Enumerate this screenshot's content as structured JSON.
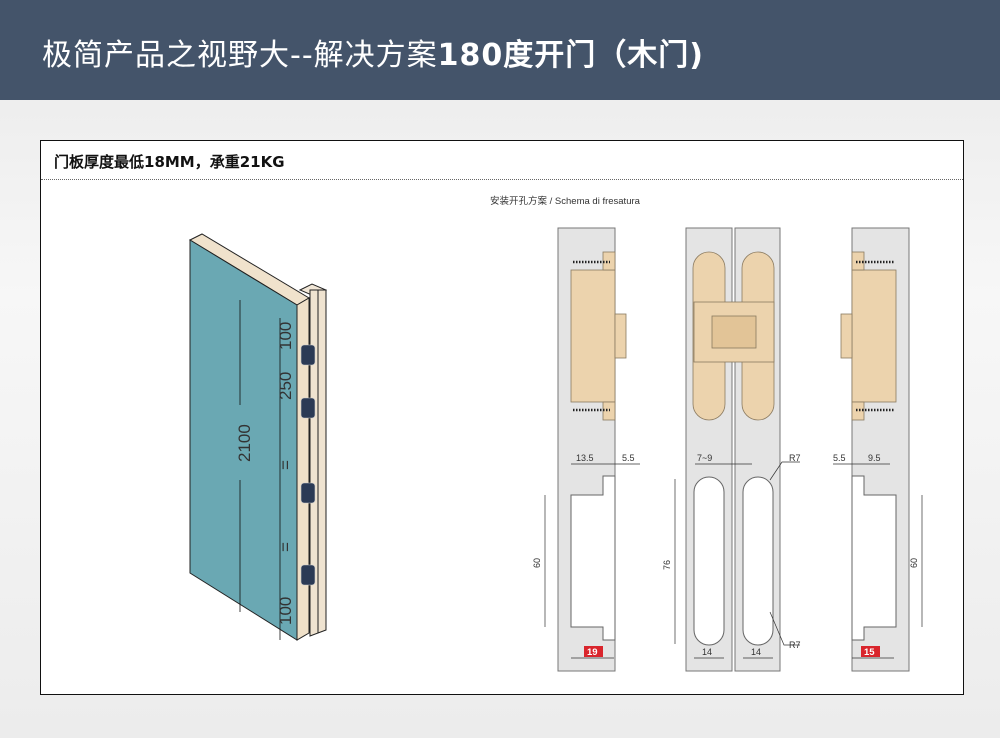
{
  "header": {
    "title_regular": "极简产品之视野大--解决方案",
    "title_bold": "180度开门（木门)"
  },
  "panel": {
    "subtitle": "门板厚度最低18MM，承重21KG"
  },
  "door": {
    "height": "2100",
    "top_offset": "100",
    "spacing": "250",
    "equal_1": "=",
    "equal_2": "=",
    "bottom_offset": "100"
  },
  "schema": {
    "title": "安装开孔方案 / Schema di fresatura",
    "left": {
      "dim_a": "13.5",
      "dim_b": "5.5",
      "height": "60",
      "badge": "19"
    },
    "middle": {
      "width_range": "7~9",
      "height": "76",
      "radius_top": "R7",
      "radius_bottom": "R7",
      "slot_a": "14",
      "slot_b": "14"
    },
    "right": {
      "dim_a": "5.5",
      "dim_b": "9.5",
      "height": "60",
      "badge": "15"
    },
    "badge_color": "#d9252c",
    "hinge_color": "#ecd3ad"
  }
}
